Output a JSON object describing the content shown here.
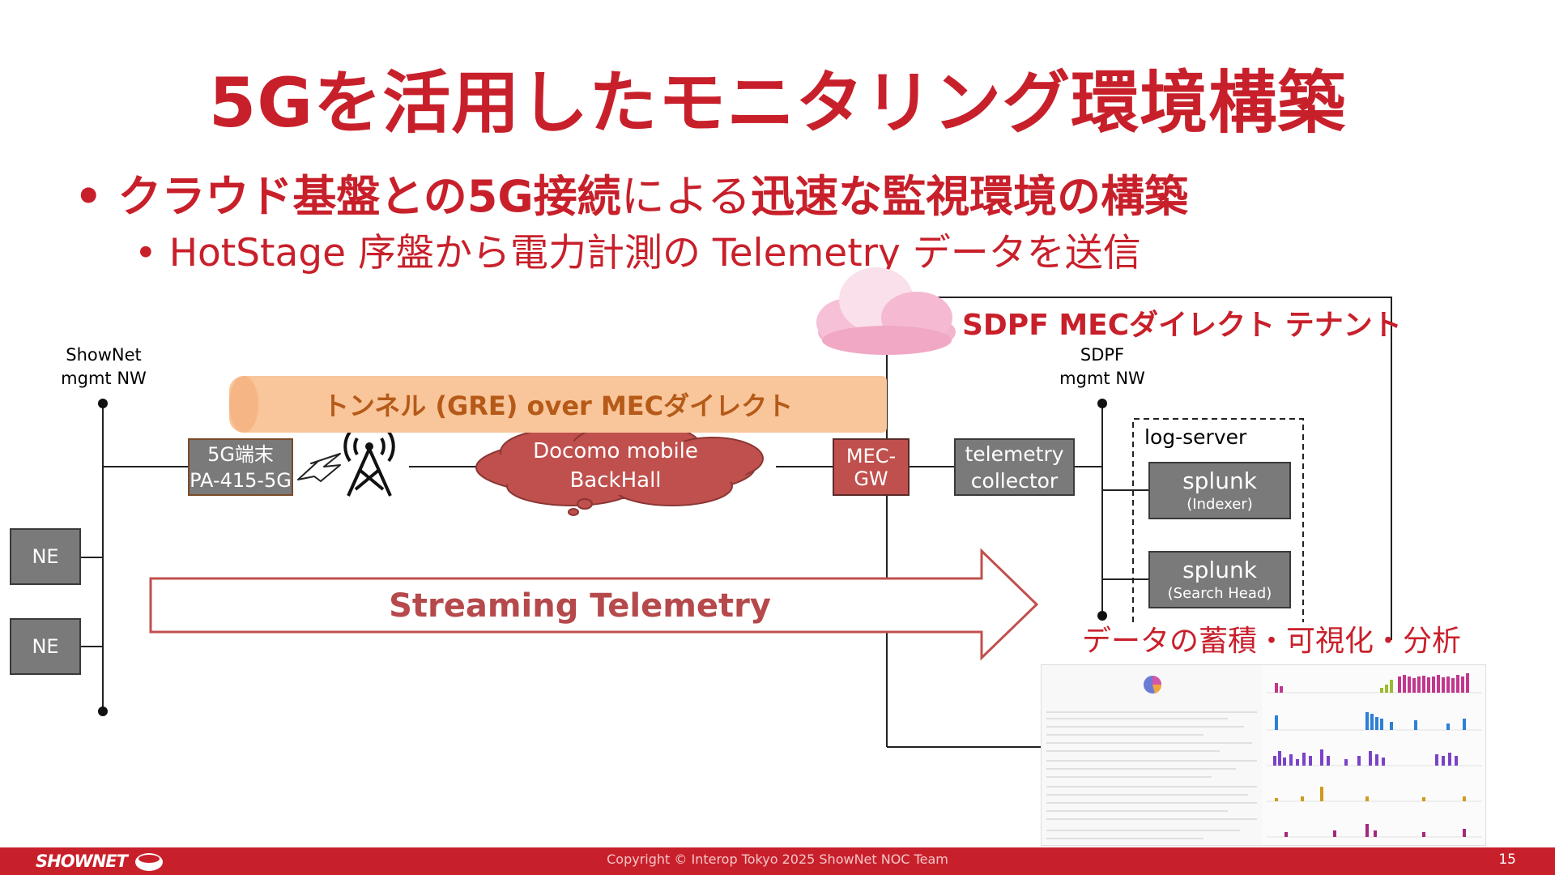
{
  "slide": {
    "title": "5Gを活用したモニタリング環境構築",
    "bullet1_part1": "クラウド基盤との5G接続",
    "bullet1_part2": "による",
    "bullet1_part3": "迅速な監視環境の構築",
    "bullet2": "HotStage 序盤から電力計測の Telemetry データを送信",
    "bullet_marker": "•"
  },
  "diagram": {
    "shownet_mgmt_label_line1": "ShowNet",
    "shownet_mgmt_label_line2": "mgmt NW",
    "sdpf_mgmt_label_line1": "SDPF",
    "sdpf_mgmt_label_line2": "mgmt NW",
    "tunnel_label": "トンネル (GRE) over MECダイレクト",
    "terminal_line1": "5G端末",
    "terminal_line2": "PA-415-5G",
    "backhaul_line1": "Docomo mobile",
    "backhaul_line2": "BackHall",
    "mec_gw": "MEC-GW",
    "collector_line1": "telemetry",
    "collector_line2": "collector",
    "log_server": "log-server",
    "splunk1_name": "splunk",
    "splunk1_role": "(Indexer)",
    "splunk2_name": "splunk",
    "splunk2_role": "(Search Head)",
    "tenant_label": "SDPF MECダイレクト テナント",
    "ne1": "NE",
    "ne2": "NE",
    "streaming_label": "Streaming Telemetry",
    "analysis_label": "データの蓄積・可視化・分析"
  },
  "footer": {
    "logo_text": "SHOWNET",
    "copyright": "Copyright © Interop Tokyo 2025 ShowNet NOC Team",
    "page_number": "15"
  },
  "colors": {
    "brand_red": "#c8202b",
    "box_red": "#c0504d",
    "box_gray": "#7a7a7a",
    "tunnel_orange": "#f9c59a",
    "arrow_text": "#b5494b"
  }
}
